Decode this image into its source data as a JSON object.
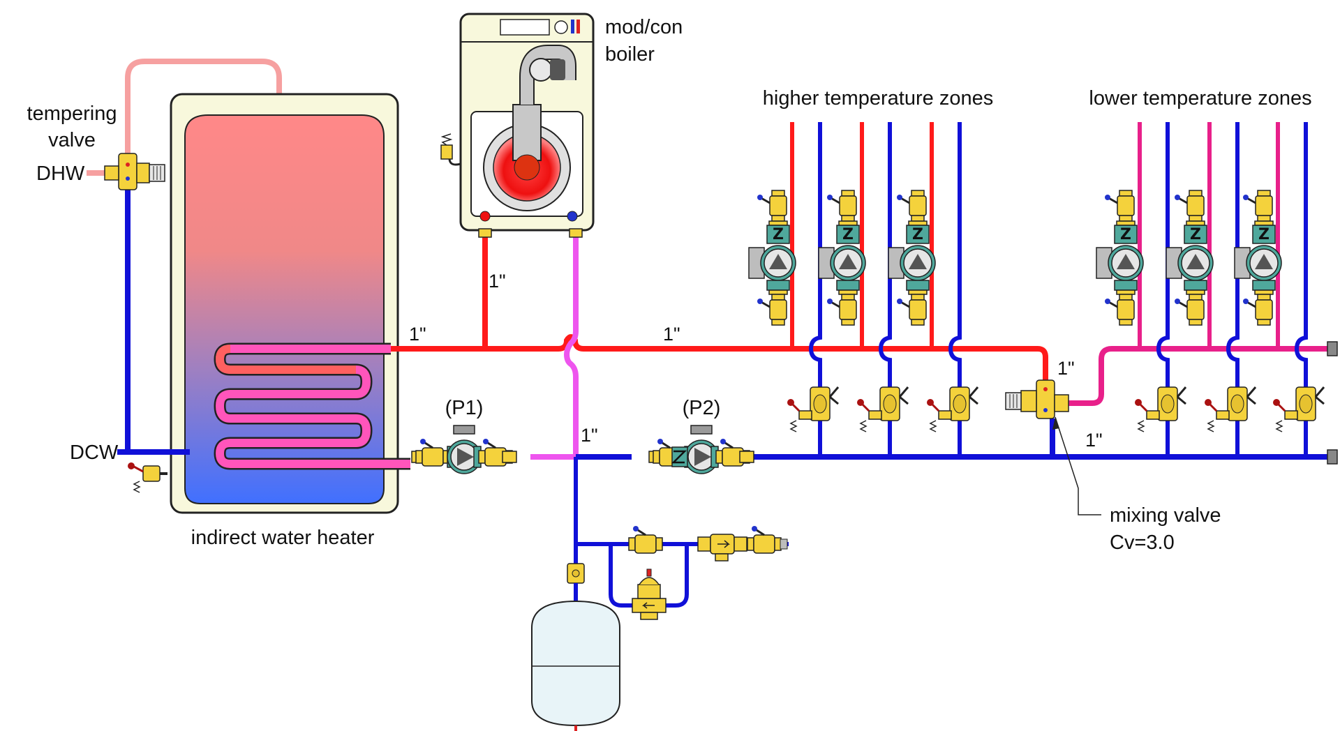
{
  "labels": {
    "tempering_valve_line1": "tempering",
    "tempering_valve_line2": "valve",
    "dhw": "DHW",
    "dcw": "DCW",
    "indirect_water_heater": "indirect water heater",
    "boiler_line1": "mod/con",
    "boiler_line2": "boiler",
    "higher_zones": "higher temperature zones",
    "lower_zones": "lower temperature zones",
    "pump1": "(P1)",
    "pump2": "(P2)",
    "mixing_valve_line1": "mixing valve",
    "mixing_valve_line2": "Cv=3.0"
  },
  "pipe_sizes": {
    "boiler_supply": "1\"",
    "heater_supply": "1\"",
    "main_supply": "1\"",
    "boiler_return": "1\"",
    "mixed_supply": "1\"",
    "low_return": "1\""
  },
  "colors": {
    "hot_supply": "#ff1a1a",
    "cold_return": "#1010d8",
    "mixed_supply": "#e8208a",
    "boiler_return": "#ee55ee",
    "dhw_line": "#f6a0a0",
    "brass": "#f4d23c",
    "pump_body": "#4fa89c",
    "cabinet": "#f8f8dc"
  },
  "icons": {
    "pump": "circulator-pump-icon",
    "ball_valve": "ball-valve-icon",
    "check_valve": "flow-check-valve-icon",
    "relief_valve": "pressure-relief-valve-icon",
    "expansion_tank": "expansion-tank-icon"
  }
}
